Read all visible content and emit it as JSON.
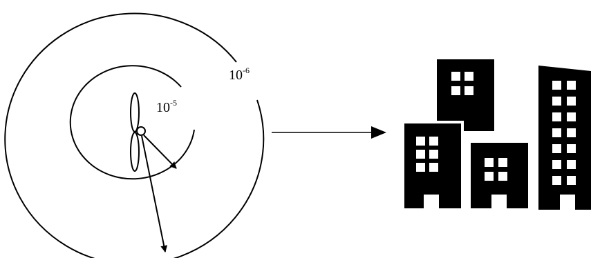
{
  "labels": {
    "inner_contour": {
      "base": "10",
      "exponent": "-5"
    },
    "outer_contour": {
      "base": "10",
      "exponent": "-6"
    }
  },
  "icons": {
    "source": "wind-turbine-icon",
    "target": "city-buildings-icon",
    "connector": "arrow-right-icon"
  },
  "colors": {
    "stroke": "#000000",
    "fill": "#000000",
    "background": "#ffffff"
  }
}
